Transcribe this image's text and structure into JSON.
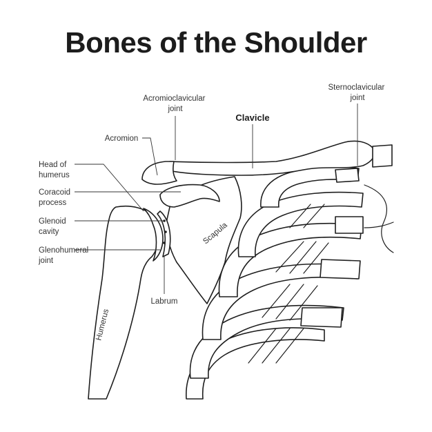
{
  "title": "Bones of the Shoulder",
  "labels": {
    "acromioclavicular_joint": [
      "Acromioclavicular",
      "joint"
    ],
    "sternoclavicular_joint": [
      "Sternoclavicular",
      "joint"
    ],
    "clavicle": "Clavicle",
    "acromion": "Acromion",
    "head_of_humerus": [
      "Head of",
      "humerus"
    ],
    "coracoid_process": [
      "Coracoid",
      "process"
    ],
    "glenoid_cavity": [
      "Glenoid",
      "cavity"
    ],
    "glenohumeral_joint": [
      "Glenohumeral",
      "joint"
    ],
    "scapula": "Scapula",
    "humerus": "Humerus",
    "labrum": "Labrum"
  }
}
